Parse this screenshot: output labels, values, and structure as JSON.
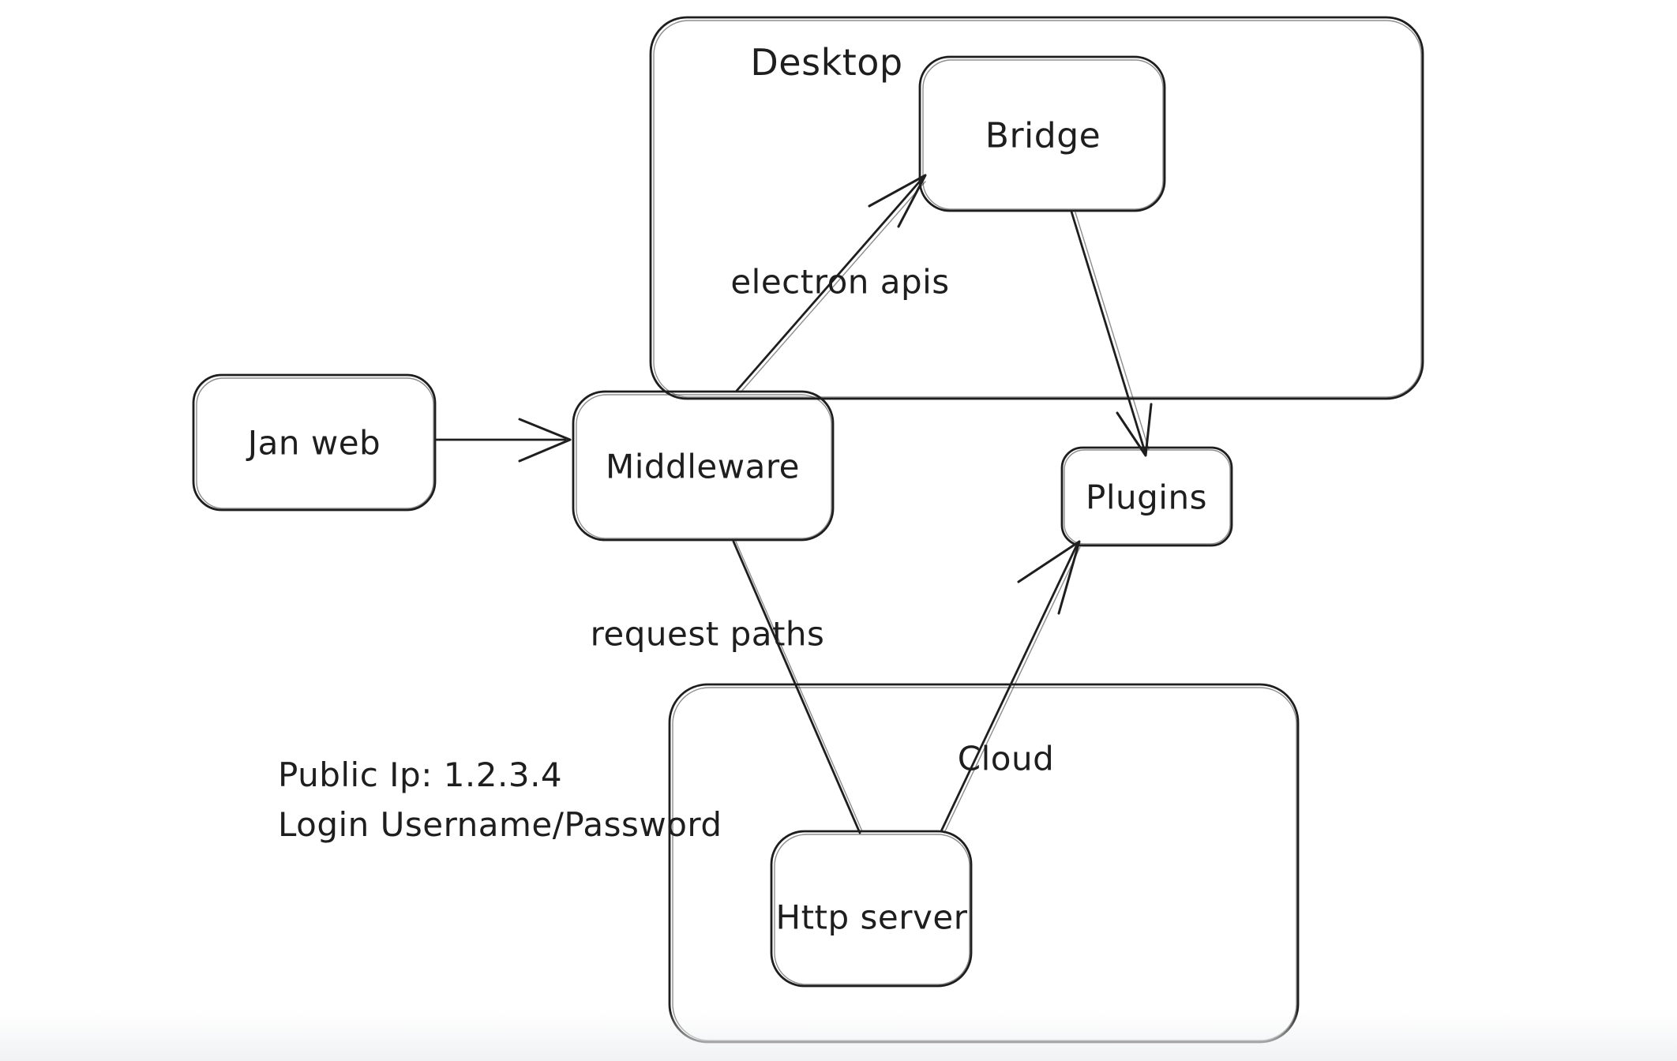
{
  "colors": {
    "stroke": "#1e1e1e",
    "background": "#ffffff",
    "footer_fade": "#f1f2f4"
  },
  "containers": {
    "desktop": {
      "label": "Desktop"
    },
    "cloud": {
      "label": "Cloud"
    }
  },
  "nodes": {
    "jan_web": {
      "label": "Jan web"
    },
    "middleware": {
      "label": "Middleware"
    },
    "bridge": {
      "label": "Bridge"
    },
    "plugins": {
      "label": "Plugins"
    },
    "http_server": {
      "label": "Http server"
    }
  },
  "edges": [
    {
      "from": "Jan web",
      "to": "Middleware",
      "label": "",
      "arrow": "end"
    },
    {
      "from": "Middleware",
      "to": "Bridge",
      "label": "electron apis",
      "arrow": "end"
    },
    {
      "from": "Bridge",
      "to": "Plugins",
      "label": "",
      "arrow": "end"
    },
    {
      "from": "Middleware",
      "to": "Http server",
      "label": "request paths",
      "arrow": "none"
    },
    {
      "from": "Http server",
      "to": "Plugins",
      "label": "",
      "arrow": "end"
    }
  ],
  "annotations": {
    "line1": "Public Ip: 1.2.3.4",
    "line2": "Login Username/Password"
  }
}
